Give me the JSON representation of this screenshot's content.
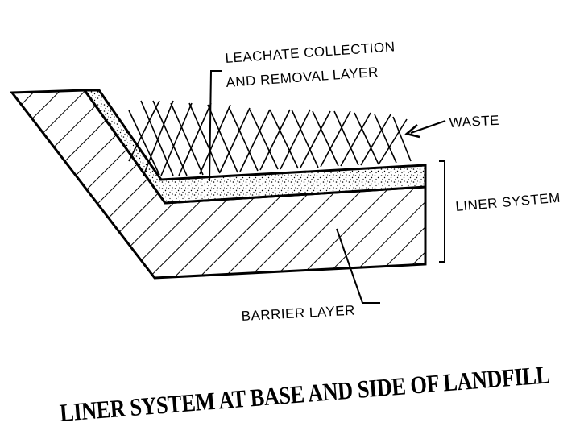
{
  "diagram": {
    "labels": {
      "leachate_line1": "LEACHATE COLLECTION",
      "leachate_line2": "AND REMOVAL LAYER",
      "waste": "WASTE",
      "liner_system": "LINER SYSTEM",
      "barrier_layer": "BARRIER LAYER"
    },
    "caption": "LINER SYSTEM AT BASE AND SIDE OF LANDFILL"
  }
}
